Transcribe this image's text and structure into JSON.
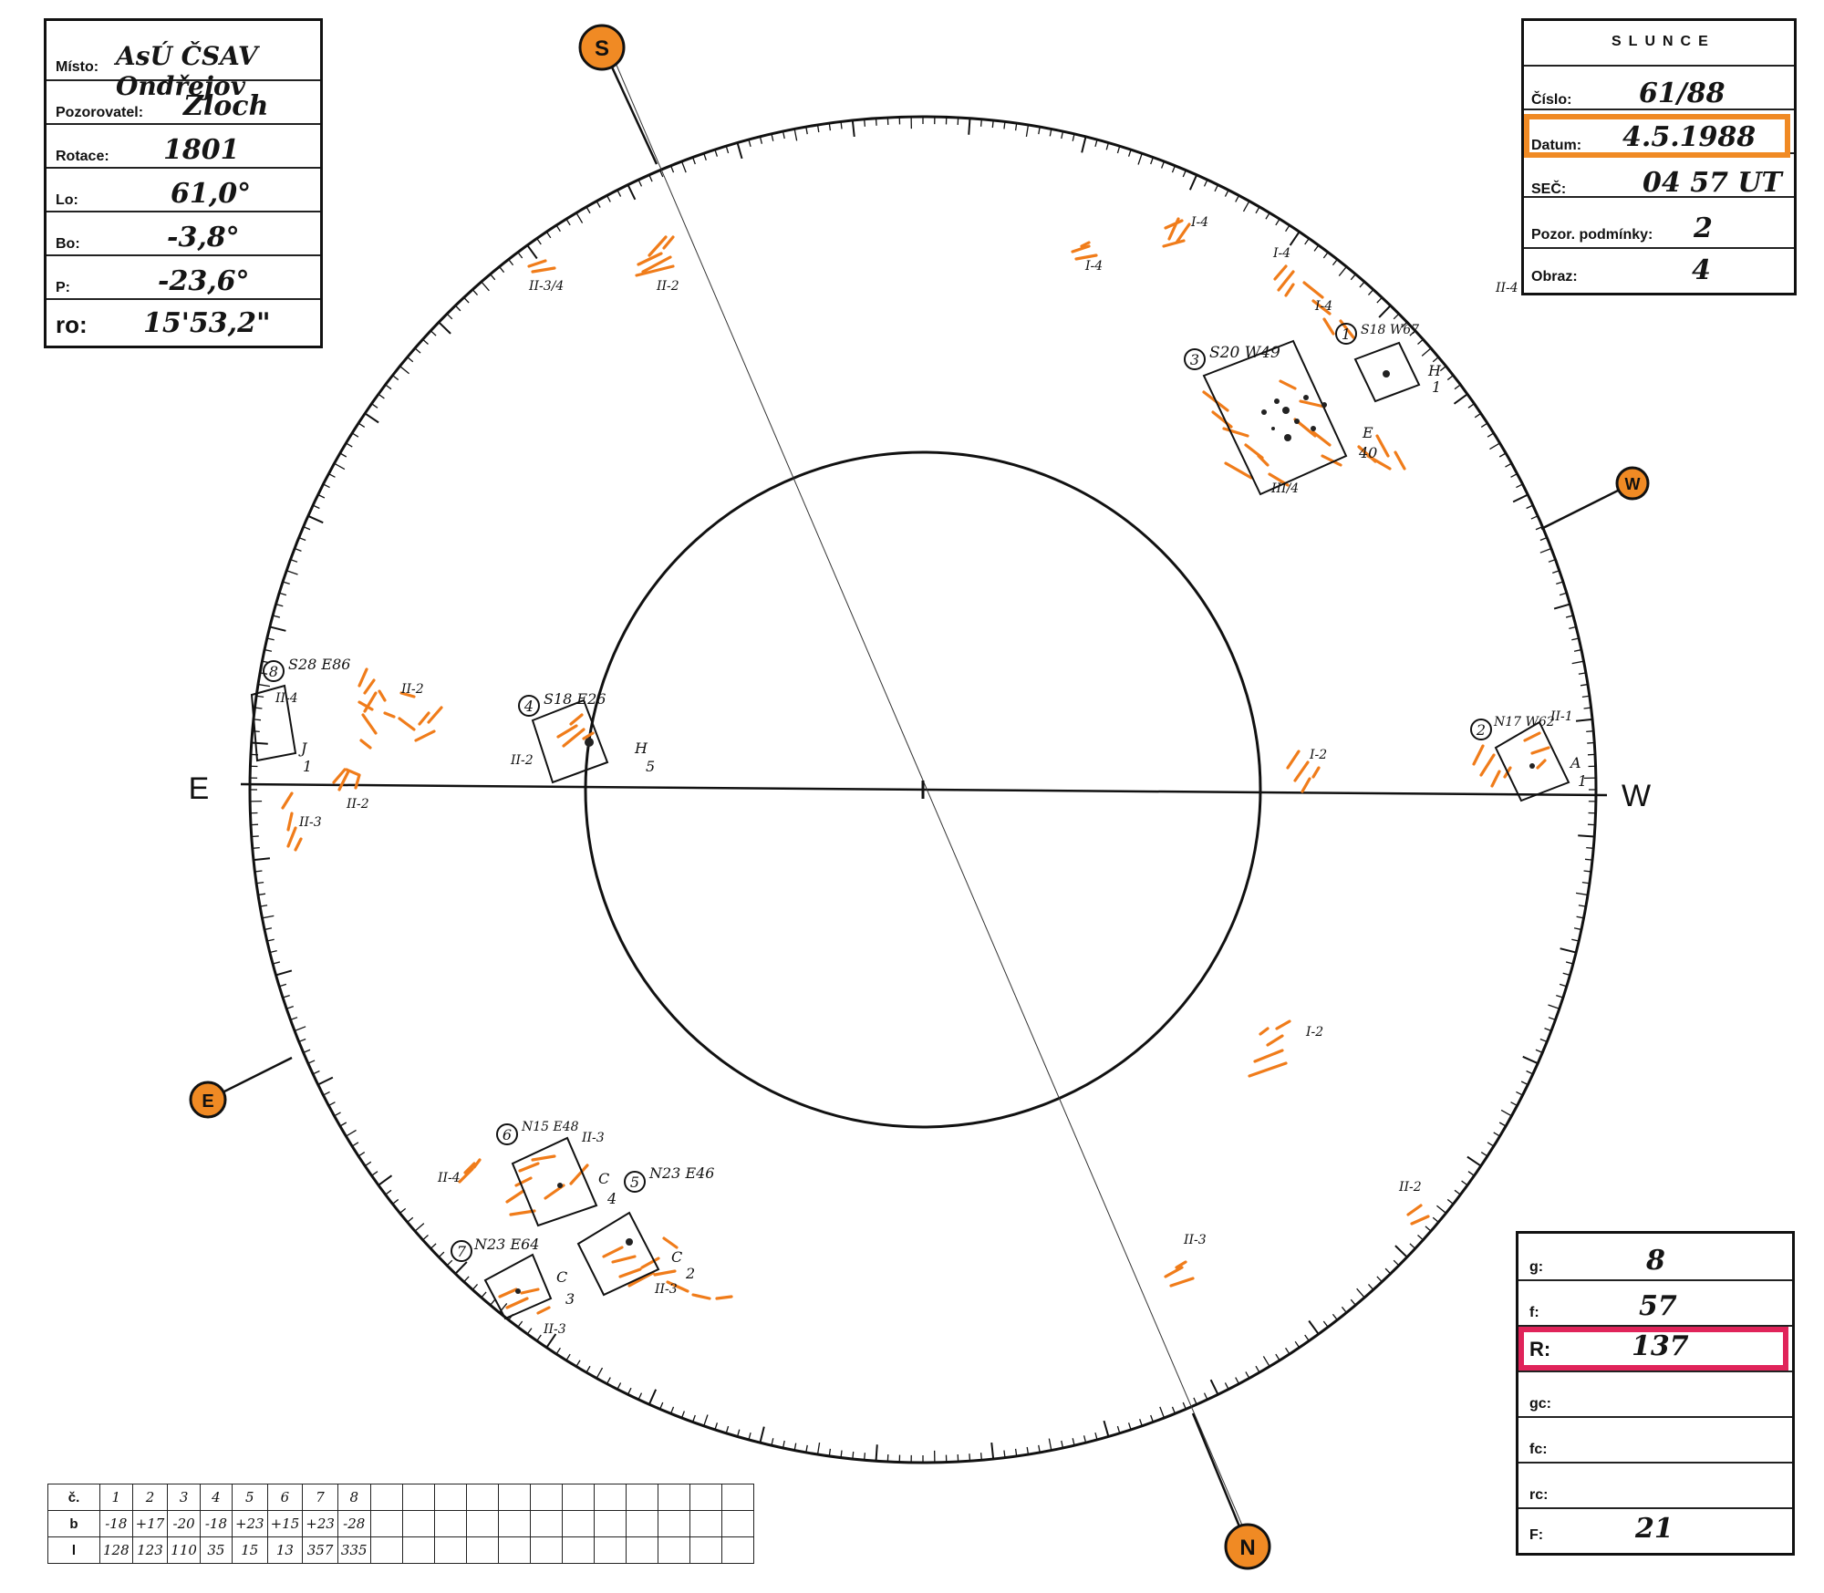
{
  "info_box": {
    "misto_label": "Místo:",
    "misto_value": "AsÚ ČSAV Ondřejov",
    "pozorovatel_label": "Pozorovatel:",
    "pozorovatel_value": "Zloch",
    "rotace_label": "Rotace:",
    "rotace_value": "1801",
    "lo_label": "Lo:",
    "lo_value": "61,0°",
    "bo_label": "Bo:",
    "bo_value": "-3,8°",
    "p_label": "P:",
    "p_value": "-23,6°",
    "ro_label": "ro:",
    "ro_value": "15'53,2\""
  },
  "slunce_box": {
    "title": "SLUNCE",
    "cislo_label": "Číslo:",
    "cislo_value": "61/88",
    "datum_label": "Datum:",
    "datum_value": "4.5.1988",
    "sec_label": "SEČ:",
    "sec_value": "04 57 UT",
    "podminky_label": "Pozor. podmínky:",
    "podminky_value": "2",
    "obraz_label": "Obraz:",
    "obraz_value": "4",
    "highlight_color": "#f08a24"
  },
  "stats_box": {
    "g_label": "g:",
    "g_value": "8",
    "f_label": "f:",
    "f_value": "57",
    "r_label": "R:",
    "r_value": "137",
    "gc_label": "gc:",
    "fc_label": "fc:",
    "rc_label": "rc:",
    "F_label": "F:",
    "F_value": "21",
    "highlight_color": "#e0245a"
  },
  "compass": {
    "S": "S",
    "W": "W",
    "N": "N",
    "E": "E",
    "axis_E": "E",
    "axis_W": "W",
    "marker_color": "#f08a24"
  },
  "groups": [
    {
      "num": "1",
      "coords": "S18 W67",
      "class": "H",
      "count": "1"
    },
    {
      "num": "2",
      "coords": "N17 W62",
      "class": "A",
      "count": "1"
    },
    {
      "num": "3",
      "coords": "S20 W49",
      "class": "E",
      "count": "40"
    },
    {
      "num": "4",
      "coords": "S18 E26",
      "class": "H",
      "count": "5"
    },
    {
      "num": "5",
      "coords": "N23 E46",
      "class": "C",
      "count": "2"
    },
    {
      "num": "6",
      "coords": "N15 E48",
      "class": "C",
      "count": "4"
    },
    {
      "num": "7",
      "coords": "N23 E64",
      "class": "C",
      "count": "3"
    },
    {
      "num": "8",
      "coords": "S28 E86",
      "class": "J",
      "count": "1"
    }
  ],
  "faculae_labels": {
    "f1": "II-3/4",
    "f2": "II-2",
    "f3": "I-4",
    "f4": "I-4",
    "f5": "I-4",
    "f6": "I-4",
    "f7": "II-4",
    "f8": "II-2",
    "f9": "II-2",
    "f10": "II-3",
    "f11": "II-2",
    "f12": "I-2",
    "f13": "I-2",
    "f14": "II-3",
    "f15": "II-4",
    "f16": "II-3",
    "f17": "II-3",
    "f18": "II-2",
    "f19": "II-3",
    "f20": "II-1",
    "f21": "II-4",
    "f22": "III/4"
  },
  "table": {
    "row_labels": [
      "č.",
      "b",
      "l"
    ],
    "numbers": [
      "1",
      "2",
      "3",
      "4",
      "5",
      "6",
      "7",
      "8"
    ],
    "b": [
      "-18",
      "+17",
      "-20",
      "-18",
      "+23",
      "+15",
      "+23",
      "-28"
    ],
    "l": [
      "128",
      "123",
      "110",
      "35",
      "15",
      "13",
      "357",
      "335"
    ]
  },
  "faculae_color": "#f07c1a"
}
